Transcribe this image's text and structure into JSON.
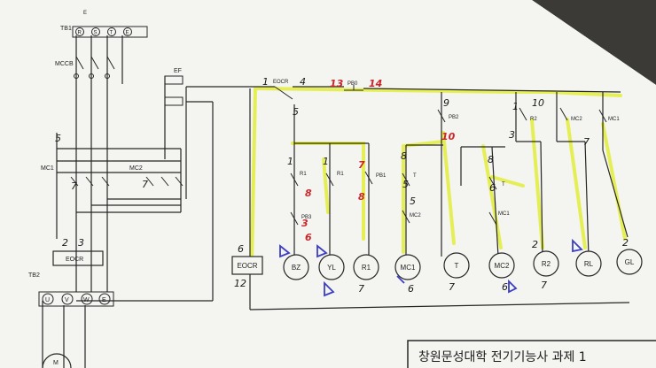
{
  "colors": {
    "paper": "#f4f4f1",
    "ink": "#262626",
    "highlight": "#e3ef3a",
    "red_pen": "#c8262b",
    "blue_pen": "#3b3ec4",
    "table": "#3c3a37"
  },
  "power": {
    "terminal_block_label": "TB1",
    "terminal_e_top": "E",
    "terminals": [
      "R",
      "S",
      "T",
      "E"
    ],
    "mccb_label": "MCCB",
    "mc1_label": "MC1",
    "mc2_label": "MC2",
    "ef_label": "EF",
    "eocr_label": "EOCR",
    "tb2_label": "TB2",
    "motor_terminals": [
      "U",
      "V",
      "W",
      "E"
    ],
    "motor_label": "M"
  },
  "control": {
    "eocr_contact": "EOCR",
    "pb0": "PB0",
    "pb1": "PB1",
    "pb2": "PB2",
    "pb3": "PB3",
    "contacts": {
      "r1_a": "R1",
      "r1_b": "R1",
      "t_a": "T",
      "t_b": "T",
      "mc2_b": "MC2",
      "mc1_b": "MC1",
      "r2": "R2",
      "mc2_c": "MC2",
      "mc1_c": "MC1"
    },
    "coils": [
      "BZ",
      "YL",
      "R1",
      "MC1",
      "T",
      "MC2",
      "R2",
      "RL",
      "GL"
    ],
    "eocr_box": "EOCR"
  },
  "handwriting": {
    "n1": "1",
    "n4": "4",
    "n5": "5",
    "n6": "6",
    "n12": "12",
    "n7": "7",
    "n8": "8",
    "n9": "9",
    "n10": "10",
    "n2": "2",
    "n3": "3",
    "n13": "13",
    "n14": "14"
  },
  "title": "창원문성대학 전기기능사 과제 1"
}
